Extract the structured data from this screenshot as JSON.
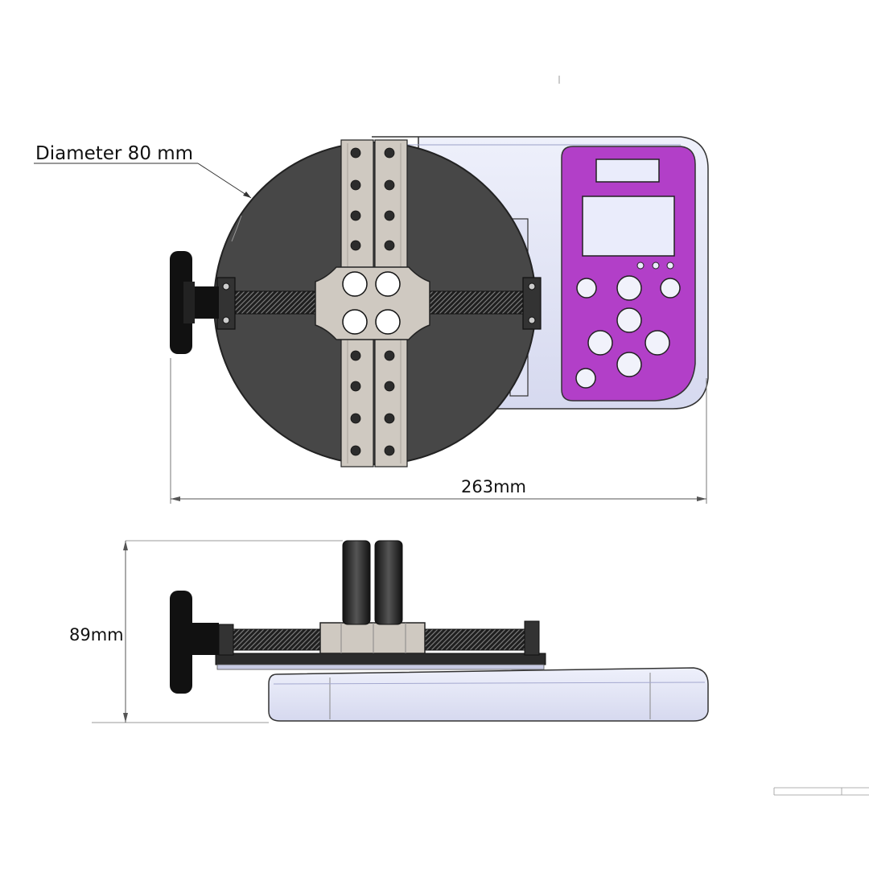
{
  "annotations": {
    "diameter_label": "Diameter 80 mm",
    "width_label": "263mm",
    "height_label": "89mm"
  },
  "colors": {
    "keypad": "#b23fc8",
    "body": "#e4e6f8",
    "plate": "#474747",
    "rail": "#cfc9c1",
    "line": "#222222"
  }
}
